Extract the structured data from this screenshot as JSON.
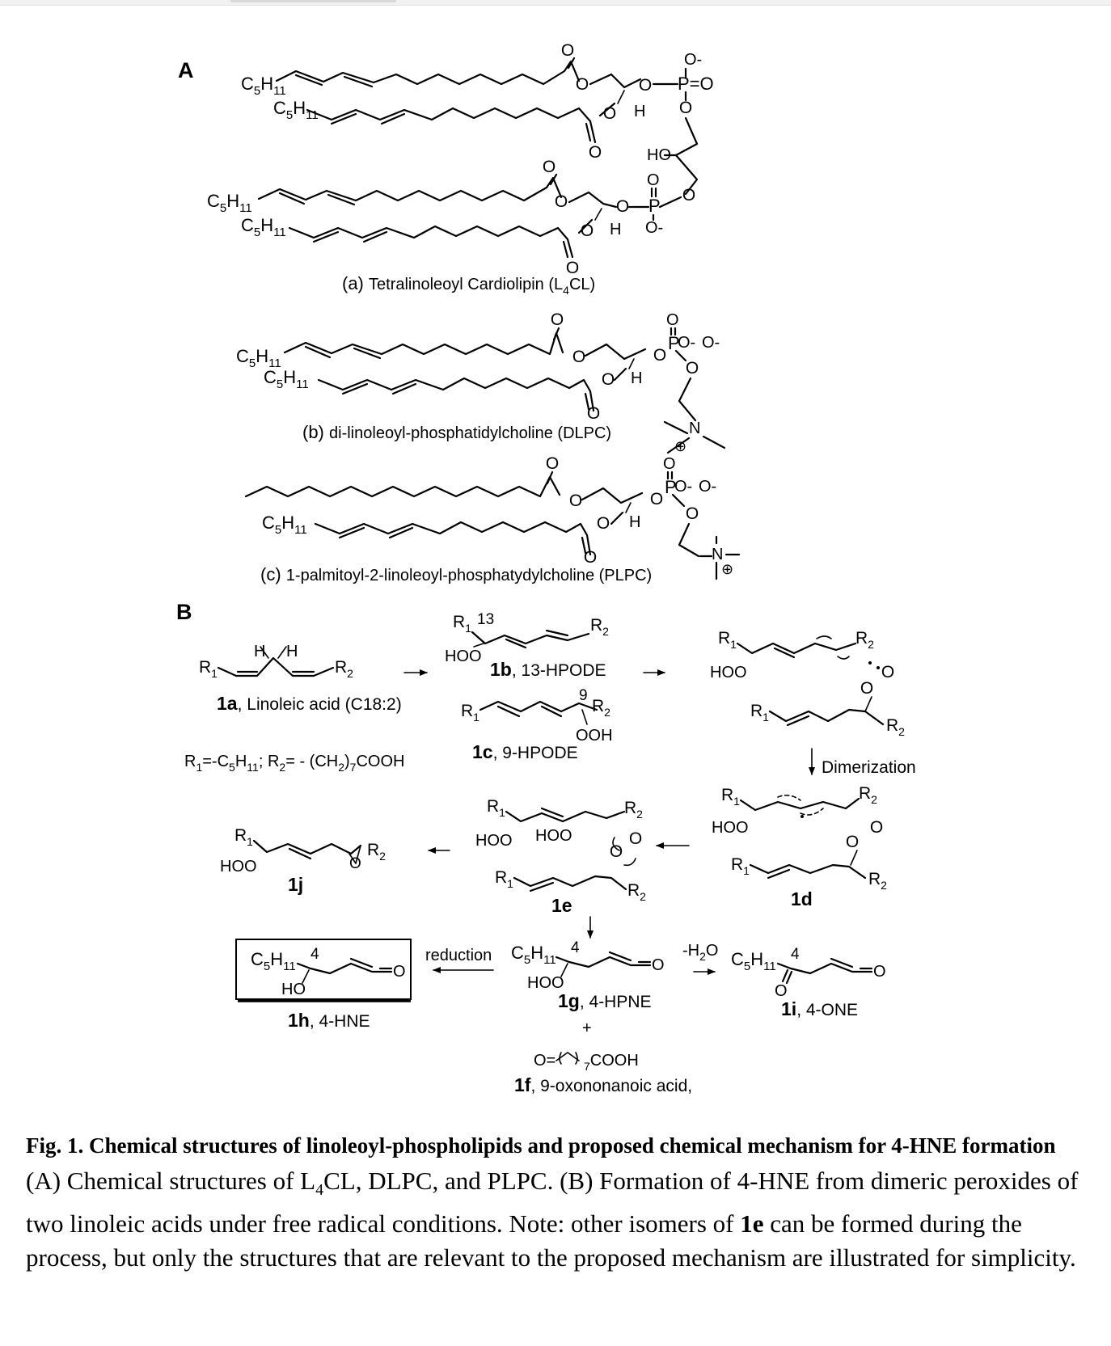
{
  "panels": {
    "A": "A",
    "B": "B"
  },
  "compounds": {
    "a": {
      "tag": "(a)",
      "name": "Tetralinoleoyl Cardiolipin (L",
      "sub": "4",
      "tail": "CL)"
    },
    "b": {
      "tag": "(b)",
      "name": "di-linoleoyl-phosphatidylcholine (DLPC)"
    },
    "c": {
      "tag": "(c)",
      "name": "1-palmitoyl-2-linoleoyl-phosphatydylcholine (PLPC)"
    },
    "1a": {
      "num": "1a",
      "label": ", Linoleic acid (C18:2)"
    },
    "1b": {
      "num": "1b",
      "label": ", 13-HPODE"
    },
    "1c": {
      "num": "1c",
      "label": ", 9-HPODE"
    },
    "1d": {
      "num": "1d"
    },
    "1e": {
      "num": "1e"
    },
    "1f": {
      "num": "1f",
      "label": ", 9-oxononanoic acid,"
    },
    "1g": {
      "num": "1g",
      "label": ", 4-HPNE"
    },
    "1h": {
      "num": "1h",
      "label": ", 4-HNE"
    },
    "1i": {
      "num": "1i",
      "label": ", 4-ONE"
    },
    "1j": {
      "num": "1j"
    }
  },
  "atoms": {
    "c5h11": "C",
    "c5h11_sub1": "5",
    "c5h11_h": "H",
    "c5h11_sub2": "11",
    "r": "R",
    "sub_one": "1",
    "sub_two": "2",
    "o": "O",
    "o_minus": "O-",
    "p": "P",
    "h": "H",
    "ho": "HO",
    "hoo": "HOO",
    "ooh": "OOH",
    "n": "N",
    "plus": "⊕",
    "cooh": "COOH",
    "sub_seven": "7",
    "eq_o": "=O",
    "o_eq": "O=",
    "o_dash": "O-",
    "p_eq_o": "P=O",
    "pos_13": "13",
    "pos_9": "9",
    "pos_4": "4",
    "plus_sign": "+"
  },
  "definition": {
    "r1": "R",
    "r1_sub": "1",
    "r1_def": "=-C",
    "r1_def_sub": "5",
    "r1_def_h": "H",
    "r1_def_sub2": "11",
    "r2_part": "; R",
    "r2_sub": "2",
    "r2_def": "= - (CH",
    "r2_def_sub": "2",
    "r2_def_tail": ")",
    "r2_def_sub2": "7",
    "r2_def_end": "COOH"
  },
  "steps": {
    "dimerization": "Dimerization",
    "reduction": "reduction",
    "minus_water": "-H",
    "minus_water_sub": "2",
    "minus_water_tail": "O"
  },
  "caption": {
    "title": "Fig. 1. Chemical structures of linoleoyl-phospholipids and proposed chemical mechanism for 4-HNE formation",
    "body_1": "(A) Chemical structures of L",
    "body_sub": "4",
    "body_2": "CL, DLPC, and PLPC. (B) Formation of 4-HNE from dimeric peroxides of two linoleic acids under free radical conditions. Note: other isomers of ",
    "body_bold": "1e",
    "body_3": " can be formed during the process, but only the structures that are relevant to the proposed mechanism are illustrated for simplicity."
  }
}
